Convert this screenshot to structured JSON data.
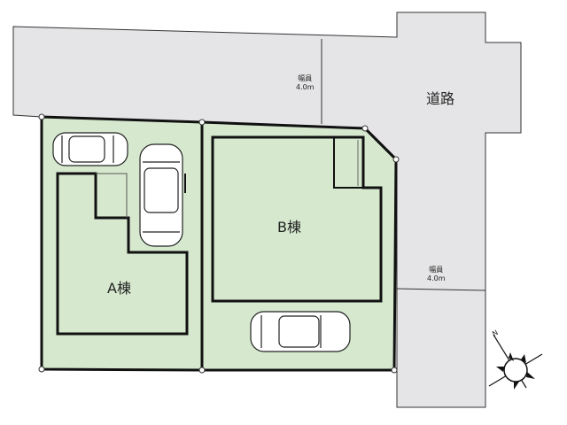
{
  "road": {
    "label": "道路"
  },
  "width_top": {
    "label": "幅員",
    "value": "4.0m"
  },
  "width_right": {
    "label": "幅員",
    "value": "4.0m"
  },
  "building_a": {
    "label": "A棟"
  },
  "building_b": {
    "label": "B棟"
  },
  "compass": {
    "north": "N"
  },
  "colors": {
    "lot": "#d6e9cf",
    "road": "#e5e5e7",
    "line": "#111111"
  }
}
